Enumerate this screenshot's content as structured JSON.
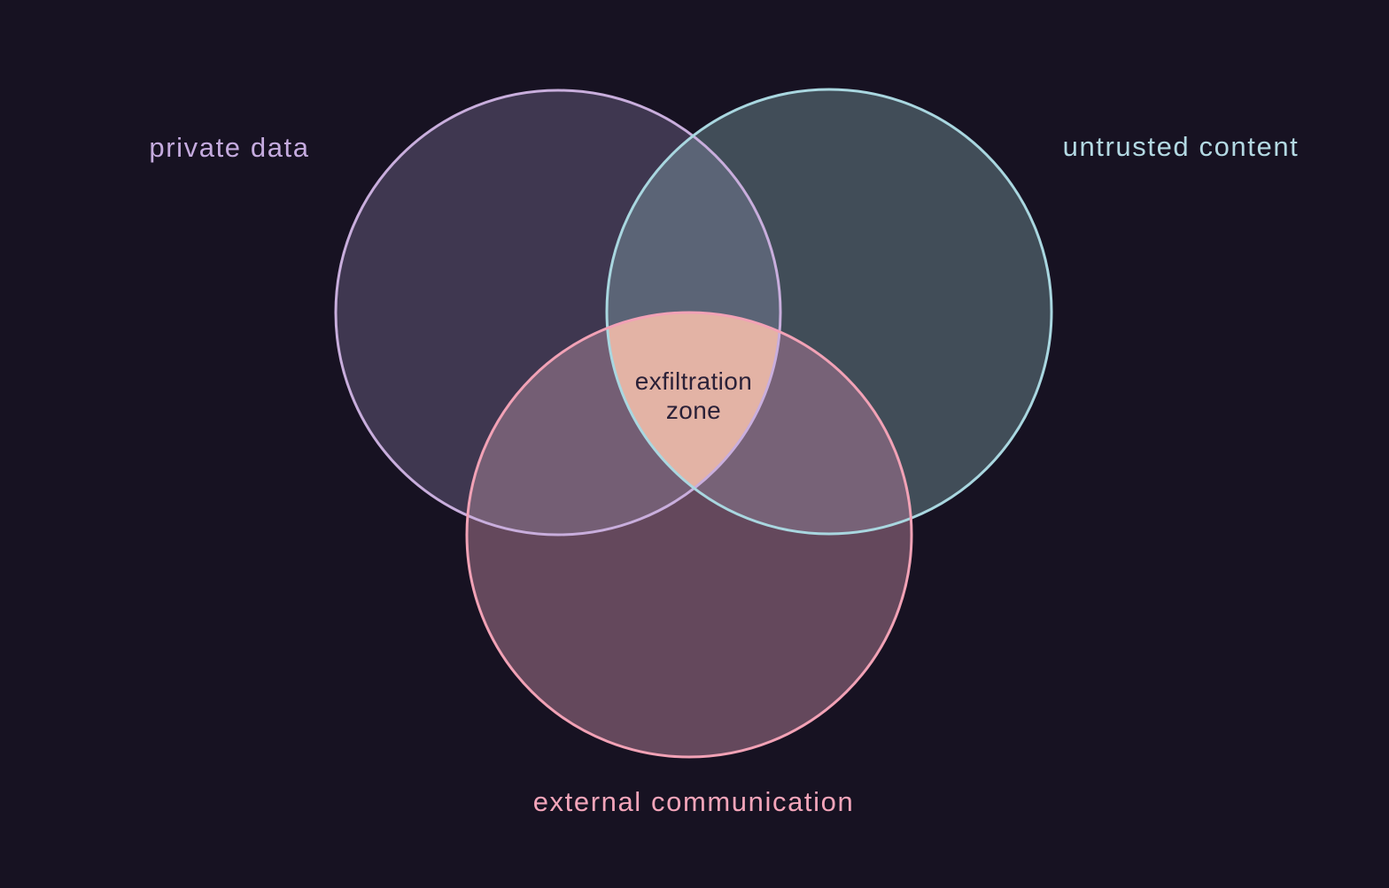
{
  "diagram": {
    "type": "venn-3",
    "background": "#171222",
    "sets": [
      {
        "id": "private-data",
        "label": "private data",
        "fill": "#3f3750",
        "stroke": "#c9aedd",
        "label_color": "#c5abdf"
      },
      {
        "id": "untrusted-content",
        "label": "untrusted content",
        "fill": "#414d58",
        "stroke": "#a9d7e0",
        "label_color": "#b3d9e3"
      },
      {
        "id": "external-communication",
        "label": "external communication",
        "fill": "#64485c",
        "stroke": "#f2a2b6",
        "label_color": "#f4a5ba"
      }
    ],
    "overlaps": {
      "private_untrusted": "#5b6476",
      "private_external": "#745e74",
      "untrusted_external": "#776277"
    },
    "center": {
      "label": "exfiltration zone",
      "fill": "#e3b3a5",
      "text_color": "#2b2138"
    }
  }
}
